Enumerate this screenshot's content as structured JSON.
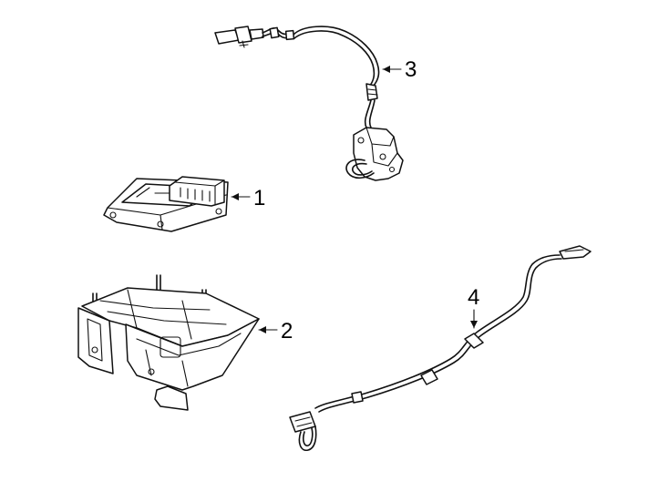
{
  "callouts": [
    {
      "id": "1",
      "label": "1"
    },
    {
      "id": "2",
      "label": "2"
    },
    {
      "id": "3",
      "label": "3"
    },
    {
      "id": "4",
      "label": "4"
    }
  ],
  "parts": [
    {
      "callout": "1",
      "icon": "control-module-icon"
    },
    {
      "callout": "2",
      "icon": "mounting-bracket-icon"
    },
    {
      "callout": "3",
      "icon": "sensor-harness-icon"
    },
    {
      "callout": "4",
      "icon": "cable-harness-icon"
    }
  ]
}
